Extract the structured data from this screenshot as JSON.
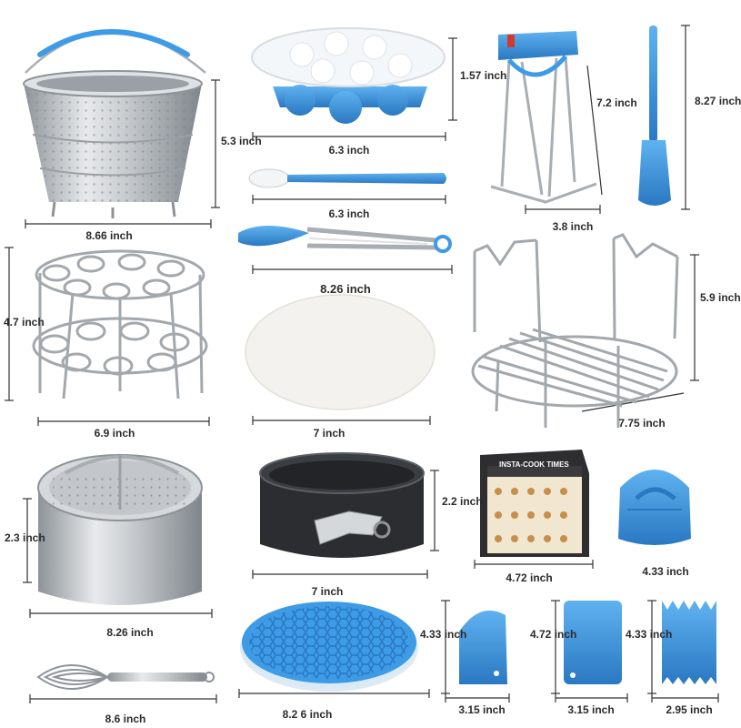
{
  "colors": {
    "blue": "#3e9be6",
    "blue_dark": "#2a78c2",
    "steel": "#c9cdd1",
    "steel_dark": "#8d9399",
    "pan": "#2b2d31",
    "paper": "#f3f2ee",
    "dim": "#333333"
  },
  "items": [
    {
      "name": "steamer-basket",
      "icon": "steamer-basket-icon",
      "dims": [
        "5.3 inch",
        "8.66 inch"
      ]
    },
    {
      "name": "egg-bites-mold",
      "icon": "egg-bites-mold-icon",
      "dims": [
        "1.57 inch",
        "6.3 inch"
      ]
    },
    {
      "name": "bowl-clip",
      "icon": "bowl-clip-icon",
      "dims": [
        "7.2 inch",
        "3.8 inch"
      ]
    },
    {
      "name": "spatula",
      "icon": "spatula-icon",
      "dims": [
        "8.27 inch"
      ]
    },
    {
      "name": "spoon",
      "icon": "spoon-icon",
      "dims": [
        "6.3 inch"
      ]
    },
    {
      "name": "tongs",
      "icon": "tongs-icon",
      "dims": [
        "8.26 inch"
      ]
    },
    {
      "name": "egg-rack",
      "icon": "egg-rack-icon",
      "dims": [
        "4.7 inch",
        "6.9 inch"
      ]
    },
    {
      "name": "parchment-paper",
      "icon": "parchment-paper-icon",
      "dims": [
        "7 inch"
      ]
    },
    {
      "name": "steam-rack",
      "icon": "steam-rack-icon",
      "dims": [
        "5.9 inch",
        "7.75 inch"
      ]
    },
    {
      "name": "steamer-insert",
      "icon": "steamer-insert-icon",
      "dims": [
        "2.3 inch",
        "8.26 inch"
      ]
    },
    {
      "name": "springform-pan",
      "icon": "springform-pan-icon",
      "dims": [
        "2.2 inch",
        "7 inch"
      ]
    },
    {
      "name": "cooking-times-magnet",
      "icon": "magnet-icon",
      "dims": [
        "4.72 inch"
      ],
      "heading": "INSTA-COOK TIMES"
    },
    {
      "name": "oven-mitt",
      "icon": "oven-mitt-icon",
      "dims": [
        "4.33 inch"
      ]
    },
    {
      "name": "whisk",
      "icon": "whisk-icon",
      "dims": [
        "8.6 inch"
      ]
    },
    {
      "name": "silicone-mat",
      "icon": "silicone-mat-icon",
      "dims": [
        "8.2 6 inch"
      ]
    },
    {
      "name": "dough-scraper-round",
      "icon": "scraper-icon",
      "dims": [
        "4.33 inch",
        "3.15 inch"
      ]
    },
    {
      "name": "dough-scraper-square",
      "icon": "scraper-icon",
      "dims": [
        "4.72 inch",
        "3.15 inch"
      ]
    },
    {
      "name": "dough-scraper-serrated",
      "icon": "serrated-scraper-icon",
      "dims": [
        "4.33 inch",
        "2.95 inch"
      ]
    }
  ]
}
